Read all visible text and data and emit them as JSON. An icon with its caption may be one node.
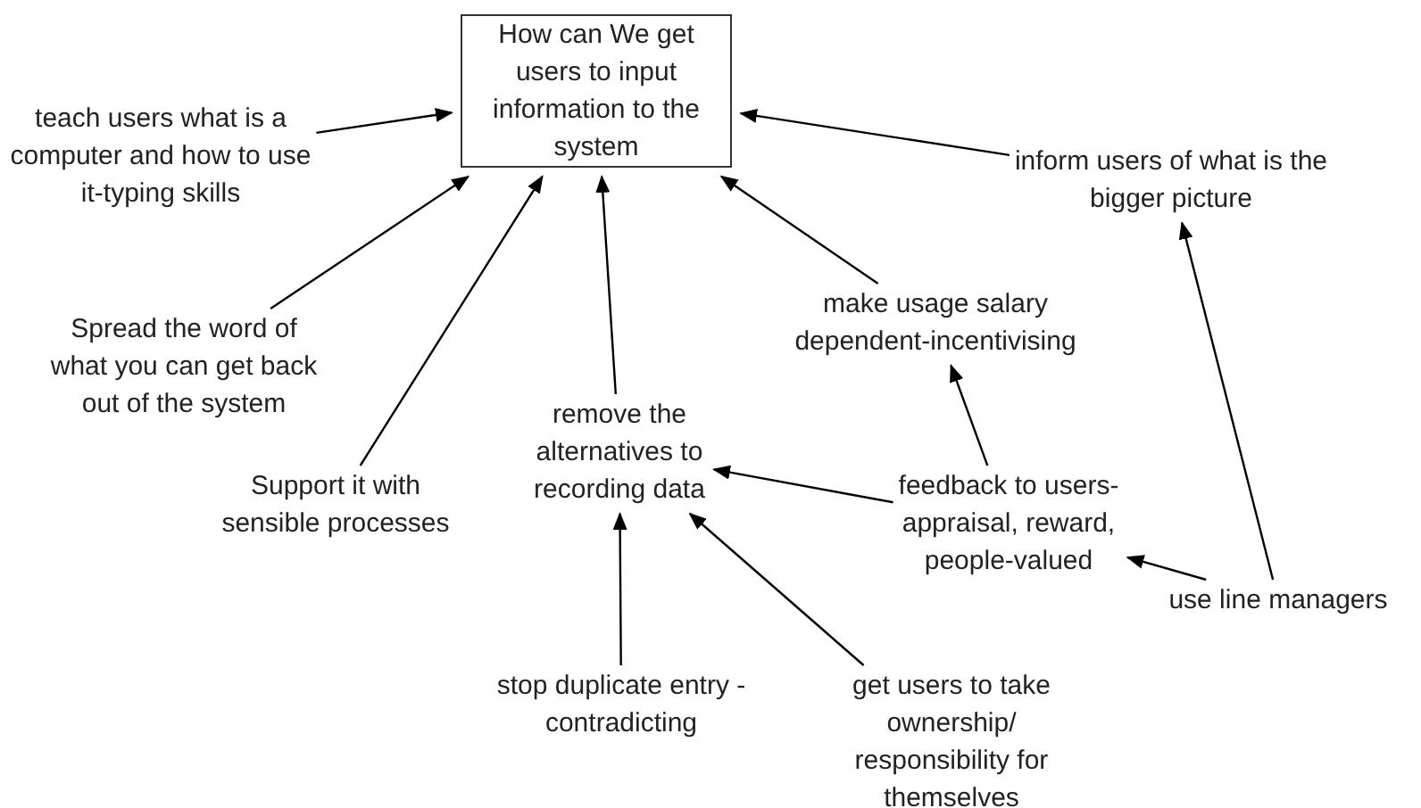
{
  "diagram": {
    "nodes": [
      {
        "text": [
          "How can We get users to input information to the system"
        ]
      },
      {
        "text": [
          "teach users what is a computer and how to use it-typing skills"
        ]
      },
      {
        "text": [
          "Spread the word of what you can get back out of the system"
        ]
      },
      {
        "text": [
          "Support it with sensible processes"
        ]
      },
      {
        "text": [
          "remove the alternatives to recording data"
        ]
      },
      {
        "text": [
          "make usage salary dependent-incentivising"
        ]
      },
      {
        "text": [
          "inform users of what is the bigger picture"
        ]
      },
      {
        "text": [
          "feedback to users-appraisal, reward, people-valued"
        ]
      },
      {
        "text": [
          "use line managers"
        ]
      },
      {
        "text": [
          "stop duplicate entry - contradicting"
        ]
      },
      {
        "text": [
          "get users to take ownership/ responsibility for themselves"
        ]
      }
    ],
    "edges": [
      {
        "from": 1,
        "to": 0,
        "arrow": "to"
      },
      {
        "from": 2,
        "to": 0,
        "arrow": "to"
      },
      {
        "from": 3,
        "to": 0,
        "arrow": "to"
      },
      {
        "from": 4,
        "to": 0,
        "arrow": "to"
      },
      {
        "from": 5,
        "to": 0,
        "arrow": "to"
      },
      {
        "from": 6,
        "to": 0,
        "arrow": "to"
      },
      {
        "from": 7,
        "to": 4,
        "arrow": "to"
      },
      {
        "from": 7,
        "to": 5,
        "arrow": "to"
      },
      {
        "from": 8,
        "to": 7,
        "arrow": "to"
      },
      {
        "from": 8,
        "to": 6,
        "arrow": "to"
      },
      {
        "from": 9,
        "to": 4,
        "arrow": "to"
      },
      {
        "from": 10,
        "to": 4,
        "arrow": "to"
      }
    ]
  }
}
